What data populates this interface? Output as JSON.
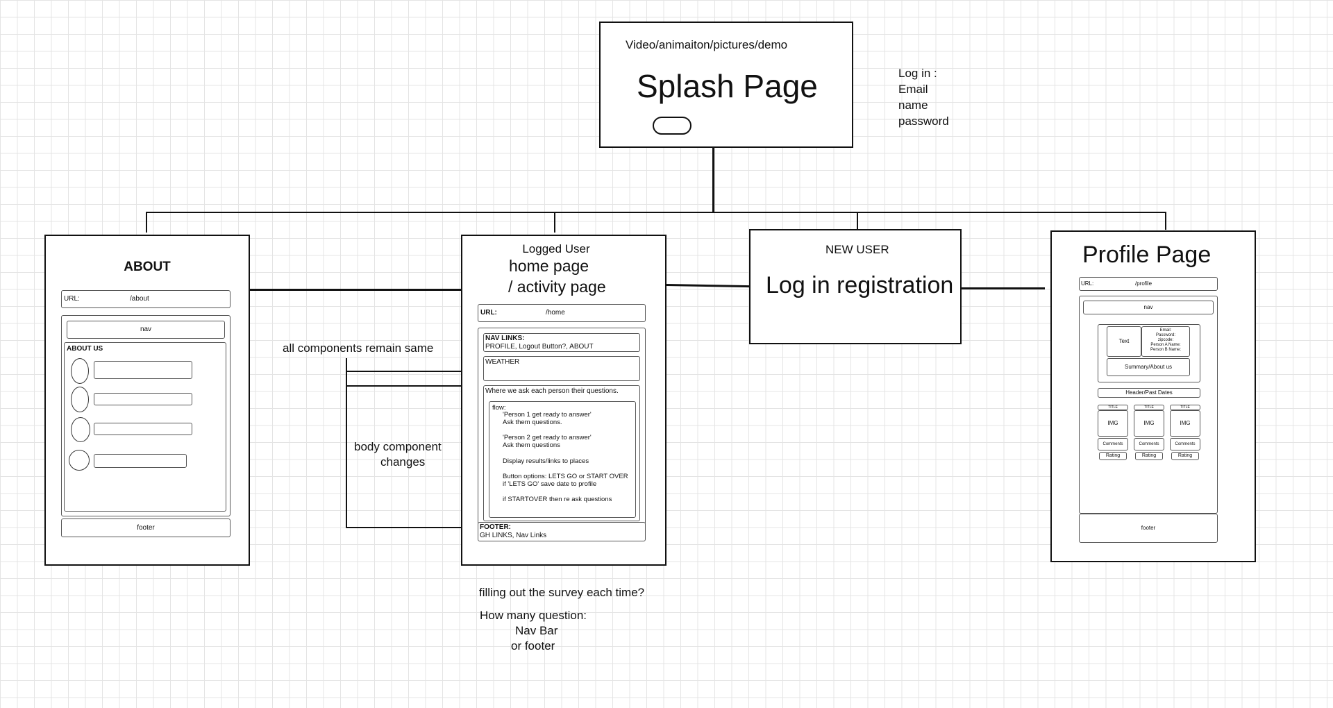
{
  "splash": {
    "subtitle": "Video/animaiton/pictures/demo",
    "title": "Splash Page"
  },
  "login_note": {
    "line1": "Log in :",
    "line2": "Email",
    "line3": "name",
    "line4": "password"
  },
  "about": {
    "title": "ABOUT",
    "url_label": "URL:",
    "url_value": "/about",
    "nav": "nav",
    "section": "ABOUT US",
    "footer": "footer"
  },
  "home": {
    "title_small": "Logged User",
    "title_line1": "home page",
    "title_line2": "/ activity page",
    "url_label": "URL:",
    "url_value": "/home",
    "nav_links_label": "NAV LINKS:",
    "nav_links_value": "PROFILE, Logout Button?, ABOUT",
    "weather": "WEATHER",
    "questions": "Where we ask each person their questions.",
    "flow": [
      "flow:",
      "'Person 1 get ready to answer'",
      "Ask them questions.",
      "'Person 2 get ready to answer'",
      "Ask them questions",
      "Display results/links to places",
      "Button options: LETS GO or START OVER",
      "if 'LETS GO' save date to profile",
      "if STARTOVER then re ask questions"
    ],
    "footer_label": "FOOTER:",
    "footer_value": "GH LINKS, Nav Links"
  },
  "notes": {
    "components_same": "all components remain same",
    "body_changes_1": "body component",
    "body_changes_2": "changes",
    "survey": "filling out the survey each time?",
    "how_many": "How many question:",
    "nav_bar": "Nav Bar",
    "or_footer": "or footer"
  },
  "new_user": {
    "label": "NEW USER",
    "title": "Log in registration"
  },
  "profile": {
    "title": "Profile Page",
    "url_label": "URL:",
    "url_value": "/profile",
    "nav": "nav",
    "text": "Text",
    "fields": [
      "Email:",
      "Password:",
      "zipcode:",
      "Person A Name:",
      "Person B Name:"
    ],
    "summary": "Summary/About us",
    "header_past": "Header/Past Dates",
    "cards": [
      {
        "title": "TITLE",
        "img": "IMG",
        "comments": "Comments",
        "rating": "Rating"
      },
      {
        "title": "TITLE",
        "img": "IMG",
        "comments": "Comments",
        "rating": "Rating"
      },
      {
        "title": "TITLE",
        "img": "IMG",
        "comments": "Comments",
        "rating": "Rating"
      }
    ],
    "footer": "footer"
  }
}
